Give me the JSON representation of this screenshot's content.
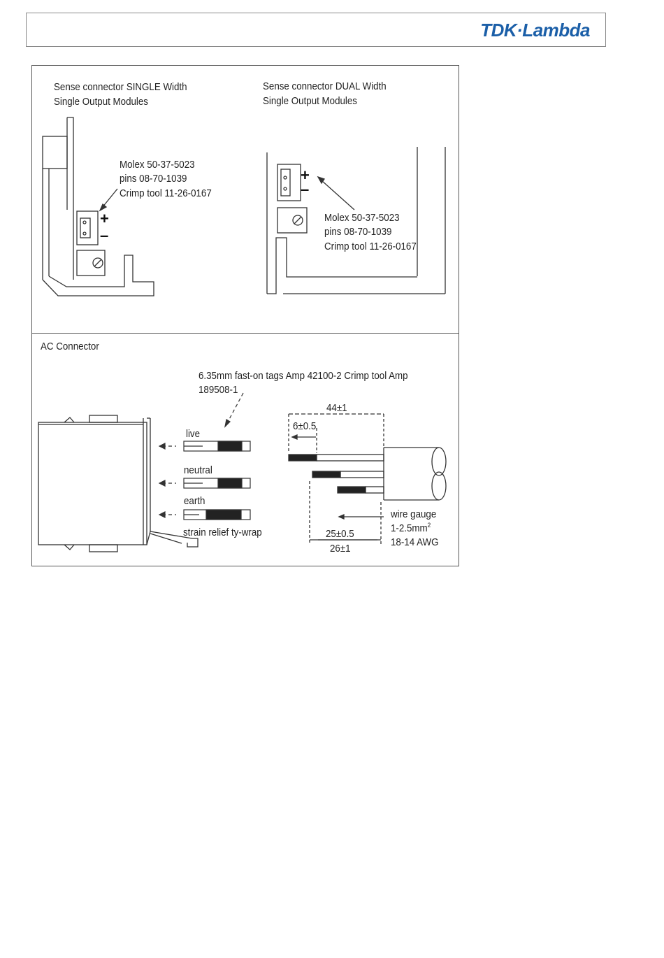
{
  "header": {
    "logo_text": "TDK·Lambda",
    "logo_color": "#1b5fa8"
  },
  "sense_single": {
    "title_line1": "Sense connector SINGLE Width",
    "title_line2": "Single Output Modules",
    "molex": "Molex 50-37-5023",
    "pins": "pins 08-70-1039",
    "crimp": "Crimp tool 11-26-0167",
    "plus": "+",
    "minus": "–"
  },
  "sense_dual": {
    "title_line1": "Sense connector DUAL Width",
    "title_line2": "Single Output Modules",
    "molex": "Molex 50-37-5023",
    "pins": "pins 08-70-1039",
    "crimp": "Crimp tool 11-26-0167",
    "plus": "+",
    "minus": "–"
  },
  "ac_connector": {
    "title": "AC Connector",
    "fast_on_line1": "6.35mm fast-on tags Amp 42100-2 Crimp tool Amp",
    "fast_on_line2": "189508-1",
    "live": "live",
    "neutral": "neutral",
    "earth": "earth",
    "strain_relief": "strain relief ty-wrap",
    "dim_total": "44±1",
    "dim_strip": "6±0.5",
    "dim_inner": "25±0.5",
    "dim_outer": "26±1",
    "wire_gauge_line1": "wire gauge",
    "wire_gauge_line2_base": "1-2.5mm",
    "wire_gauge_line2_sup": "2",
    "wire_gauge_line3": "18-14 AWG"
  }
}
